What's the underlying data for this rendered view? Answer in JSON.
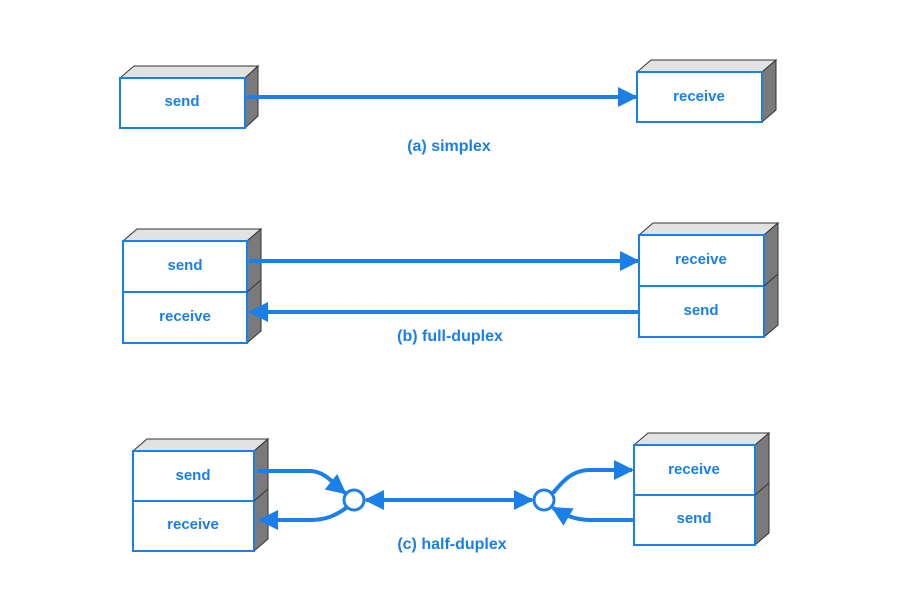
{
  "colors": {
    "accent": "#1a7fe8",
    "box_top": "#e2e2e2",
    "box_side": "#7a7a7a"
  },
  "simplex": {
    "caption": "(a)  simplex",
    "left": [
      "send"
    ],
    "right": [
      "receive"
    ]
  },
  "full_duplex": {
    "caption": "(b)  full-duplex",
    "left": [
      "send",
      "receive"
    ],
    "right": [
      "receive",
      "send"
    ]
  },
  "half_duplex": {
    "caption": "(c)  half-duplex",
    "left": [
      "send",
      "receive"
    ],
    "right": [
      "receive",
      "send"
    ]
  }
}
